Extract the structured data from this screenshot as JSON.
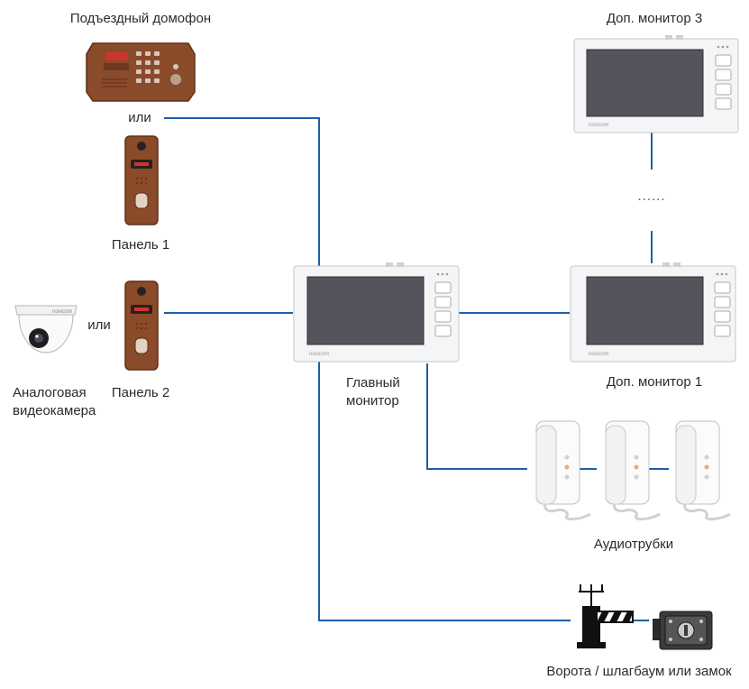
{
  "labels": {
    "door_intercom": "Подъездный домофон",
    "or_top": "или",
    "panel1": "Панель 1",
    "or_camera": "или",
    "camera_line1": "Аналоговая",
    "camera_line2": "видеокамера",
    "panel2": "Панель 2",
    "main_monitor_line1": "Главный",
    "main_monitor_line2": "монитор",
    "extra_monitor_1": "Доп. монитор 1",
    "extra_monitor_3": "Доп. монитор 3",
    "dots": "......",
    "audio_handsets": "Аудиотрубки",
    "gate": "Ворота / шлагбаум или замок"
  },
  "brand": "novicom",
  "colors": {
    "wire": "#1f5da8",
    "panel_bronze": "#8a4a2a",
    "monitor_body": "#f4f5f6",
    "screen": "#54555c"
  },
  "icons": [
    "door-intercom-icon",
    "call-panel-icon",
    "dome-camera-icon",
    "monitor-icon",
    "handset-icon",
    "barrier-icon",
    "lock-icon"
  ]
}
